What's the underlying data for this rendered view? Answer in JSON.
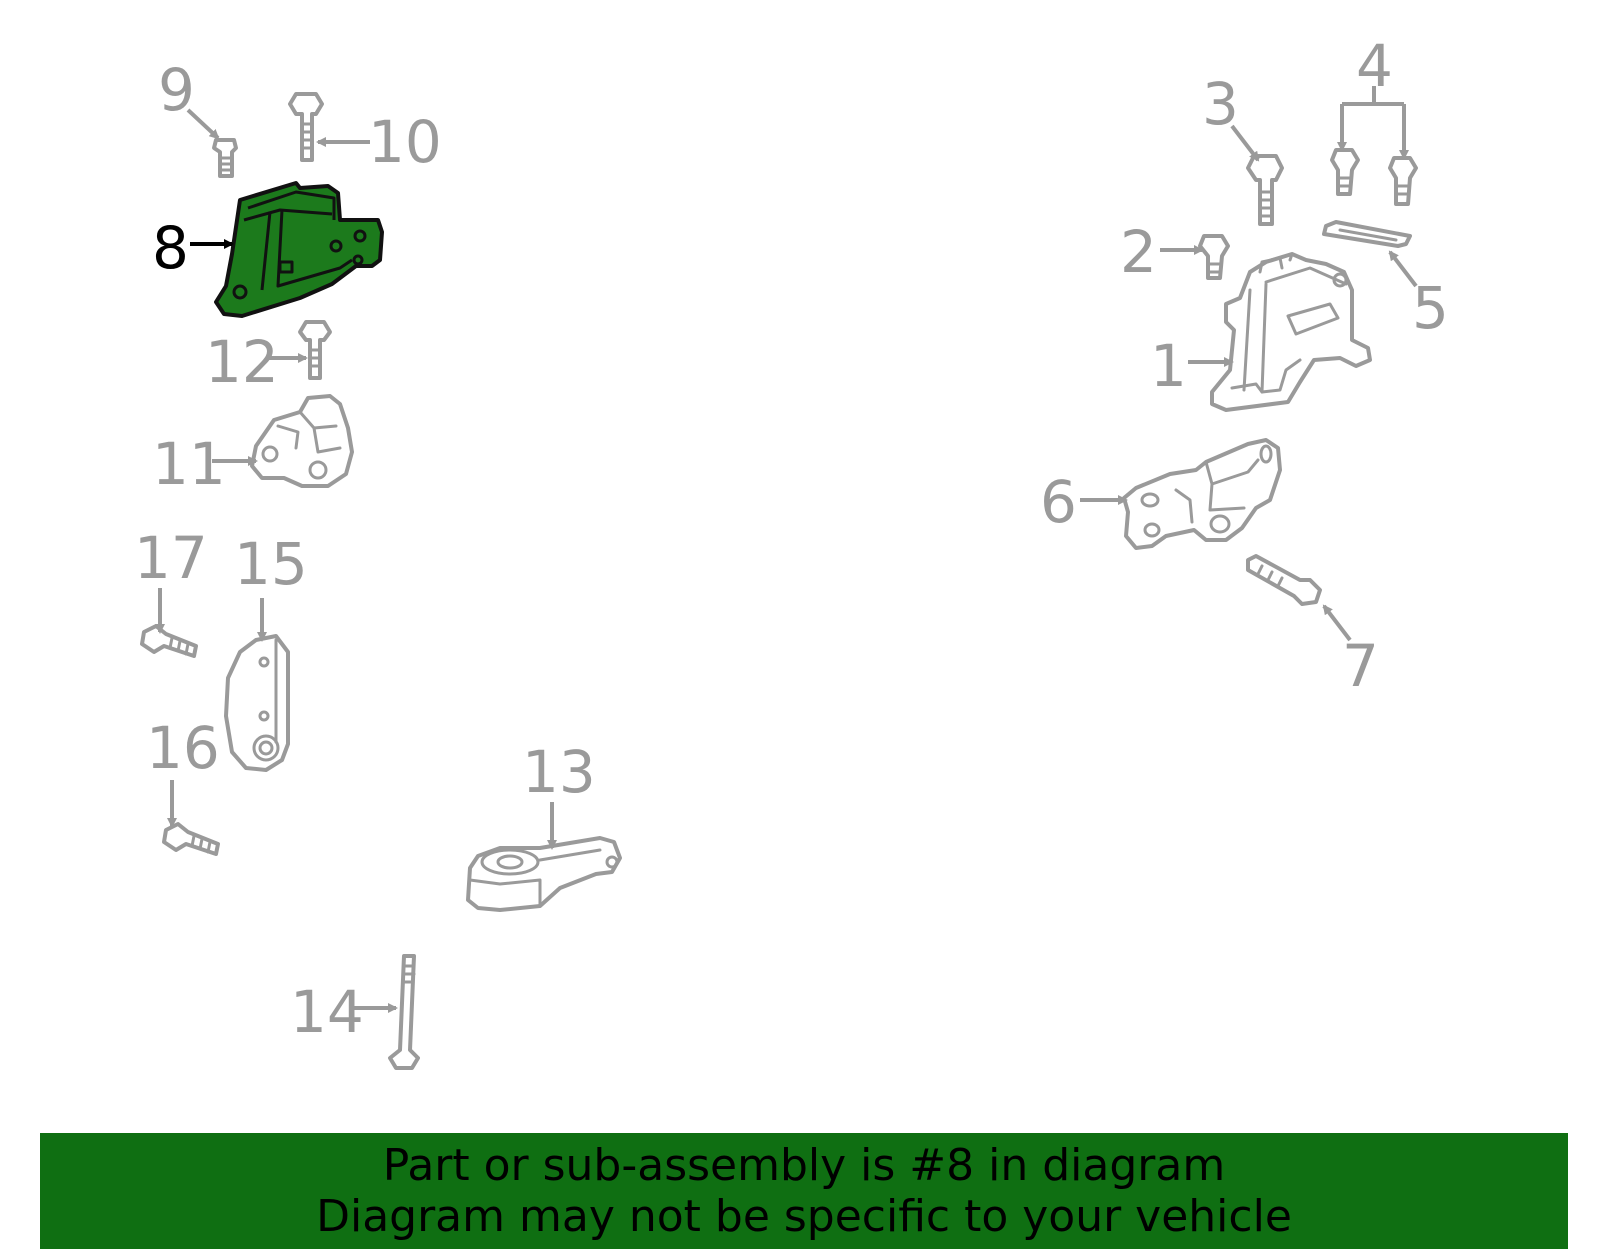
{
  "diagram": {
    "callouts": [
      "1",
      "2",
      "3",
      "4",
      "5",
      "6",
      "7",
      "8",
      "9",
      "10",
      "11",
      "12",
      "13",
      "14",
      "15",
      "16",
      "17"
    ],
    "selected_callout": "8",
    "highlight_color": "#1c7a1c",
    "part_line_color": "#9a9a9a"
  },
  "banner": {
    "line1": "Part or sub-assembly is #8 in diagram",
    "line2": "Diagram may not be specific to your vehicle",
    "background_color": "#0f6f12"
  }
}
